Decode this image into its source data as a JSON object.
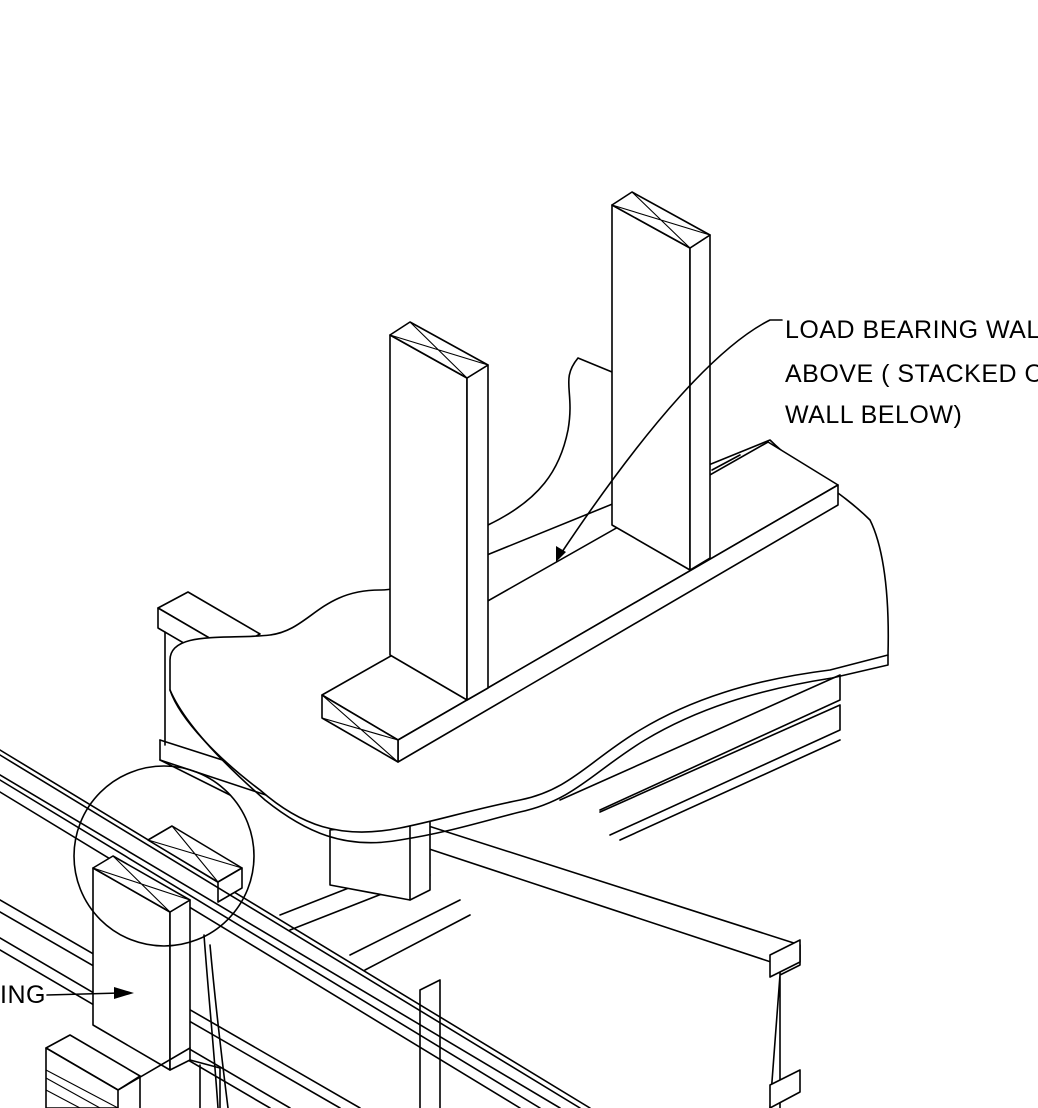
{
  "callouts": {
    "load_bearing": {
      "line1": "LOAD BEARING WALL",
      "line2": "ABOVE ( STACKED ON",
      "line3": "WALL BELOW)"
    },
    "blocking_partial": "ING"
  },
  "colors": {
    "line": "#000000",
    "background": "#ffffff"
  }
}
